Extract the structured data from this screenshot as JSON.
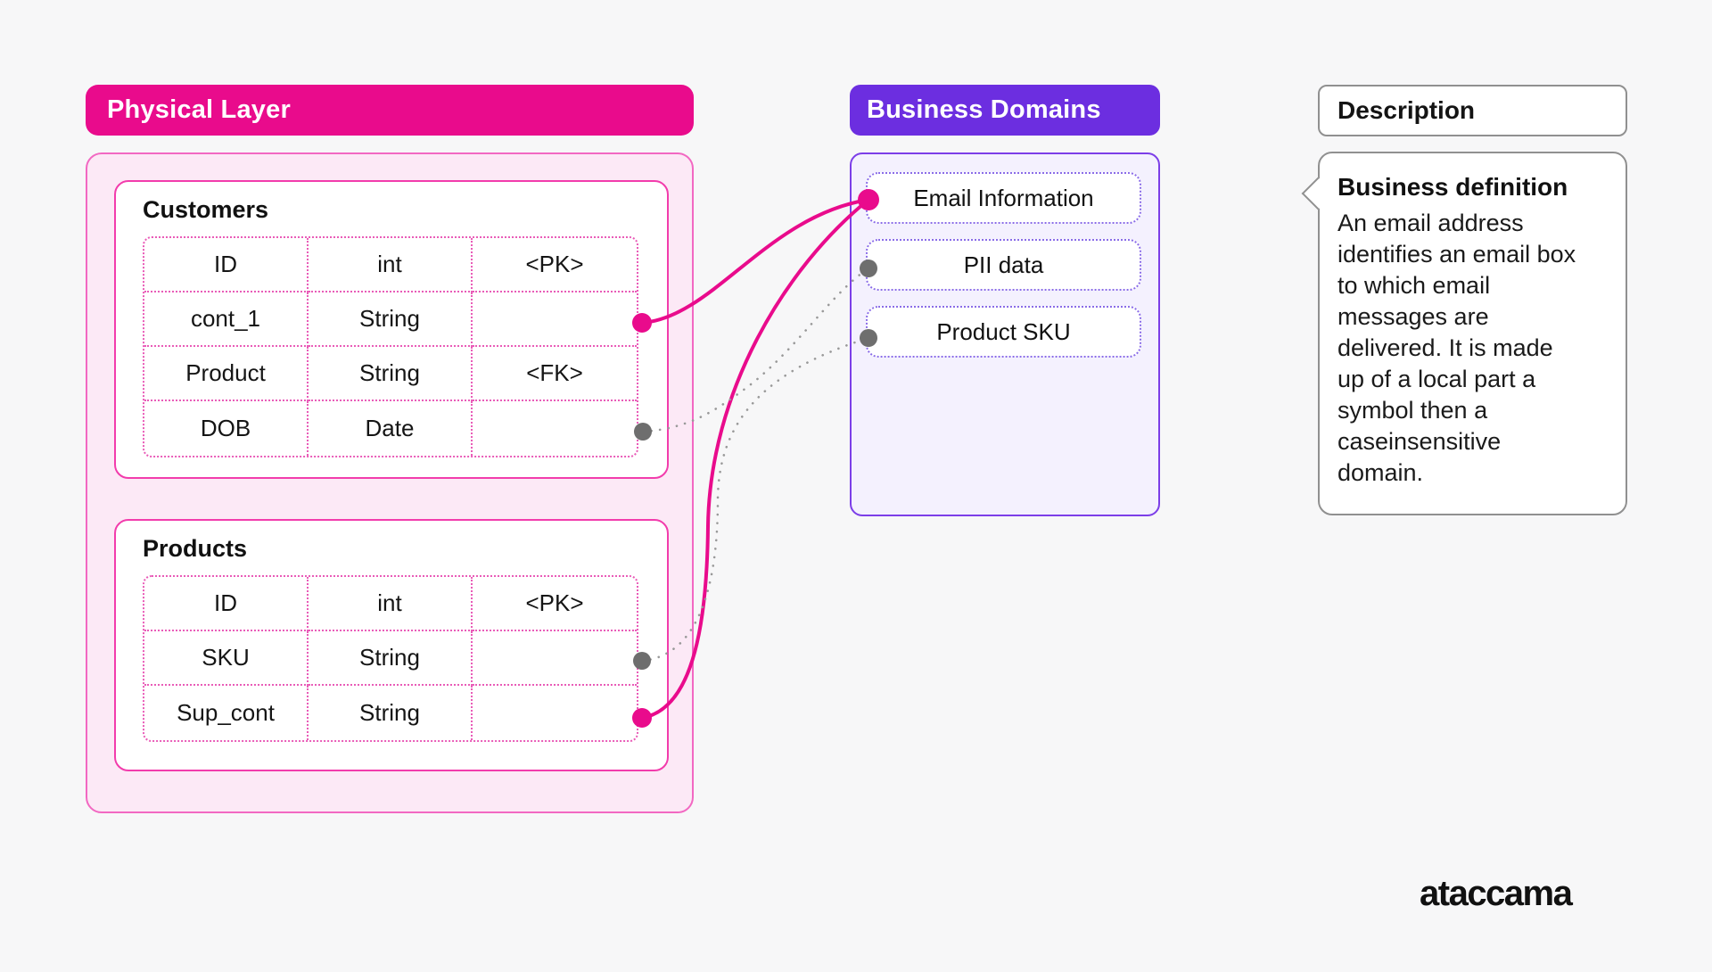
{
  "colors": {
    "magenta": "#E90B8C",
    "purple": "#6C2EE0",
    "pink_container_bg": "#FCE9F6",
    "purple_container_bg": "#F4F1FE",
    "gray_connector": "#999999",
    "gray_dot": "#6E6E6E",
    "page_bg": "#F7F7F8"
  },
  "physical_layer": {
    "header": "Physical Layer",
    "tables": [
      {
        "title": "Customers",
        "rows": [
          [
            "ID",
            "int",
            "<PK>"
          ],
          [
            "cont_1",
            "String",
            ""
          ],
          [
            "Product",
            "String",
            "<FK>"
          ],
          [
            "DOB",
            "Date",
            ""
          ]
        ]
      },
      {
        "title": "Products",
        "rows": [
          [
            "ID",
            "int",
            "<PK>"
          ],
          [
            "SKU",
            "String",
            ""
          ],
          [
            "Sup_cont",
            "String",
            ""
          ]
        ]
      }
    ]
  },
  "business_domains": {
    "header": "Business Domains",
    "items": [
      "Email Information",
      "PII data",
      "Product SKU"
    ]
  },
  "description": {
    "header": "Description",
    "heading": "Business definition",
    "body": "An email address\nidentifies an email box\nto which email\nmessages are\ndelivered. It is made\nup of a local part a\nsymbol then a\ncaseinsensitive\ndomain."
  },
  "logo": "ataccama"
}
